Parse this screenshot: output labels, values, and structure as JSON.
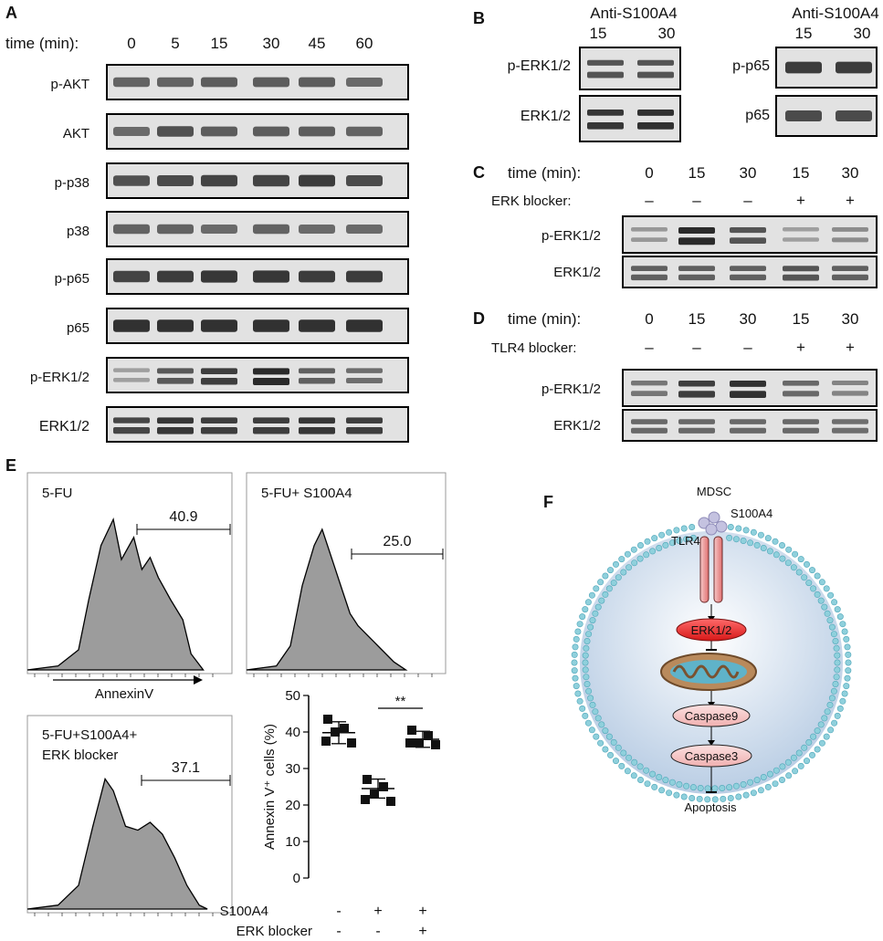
{
  "panels": {
    "A": {
      "letter": "A",
      "time_header": "time (min):",
      "times": [
        "0",
        "5",
        "15",
        "30",
        "45",
        "60"
      ],
      "blots": [
        {
          "label": "p-AKT",
          "intensities": [
            0.55,
            0.55,
            0.6,
            0.6,
            0.6,
            0.5
          ]
        },
        {
          "label": "AKT",
          "intensities": [
            0.5,
            0.7,
            0.6,
            0.6,
            0.6,
            0.55
          ]
        },
        {
          "label": "p-p38",
          "intensities": [
            0.7,
            0.75,
            0.8,
            0.8,
            0.85,
            0.75
          ]
        },
        {
          "label": "p38",
          "intensities": [
            0.55,
            0.55,
            0.5,
            0.55,
            0.5,
            0.5
          ]
        },
        {
          "label": "p-p65",
          "intensities": [
            0.8,
            0.85,
            0.9,
            0.9,
            0.85,
            0.85
          ]
        },
        {
          "label": "p65",
          "intensities": [
            0.95,
            0.95,
            0.95,
            0.95,
            0.95,
            0.95
          ]
        },
        {
          "label": "p-ERK1/2",
          "intensities": [
            0.15,
            0.65,
            0.85,
            1.0,
            0.6,
            0.5
          ]
        },
        {
          "label": "ERK1/2",
          "intensities": [
            0.8,
            0.9,
            0.85,
            0.85,
            0.9,
            0.85
          ]
        }
      ]
    },
    "B": {
      "letter": "B",
      "left": {
        "header": "Anti-S100A4",
        "lanes": [
          "15",
          "30"
        ],
        "blots": [
          {
            "label": "p-ERK1/2",
            "intensities": [
              0.7,
              0.7
            ]
          },
          {
            "label": "ERK1/2",
            "intensities": [
              0.9,
              0.95
            ]
          }
        ]
      },
      "right": {
        "header": "Anti-S100A4",
        "lanes": [
          "15",
          "30"
        ],
        "blots": [
          {
            "label": "p-p65",
            "intensities": [
              0.85,
              0.85
            ]
          },
          {
            "label": "p65",
            "intensities": [
              0.75,
              0.75
            ]
          }
        ]
      }
    },
    "C": {
      "letter": "C",
      "time_header": "time (min):",
      "times": [
        "0",
        "15",
        "30",
        "15",
        "30"
      ],
      "treatment_label": "ERK blocker:",
      "treatment": [
        "–",
        "–",
        "–",
        "+",
        "+"
      ],
      "blots": [
        {
          "label": "p-ERK1/2",
          "intensities": [
            0.2,
            1.0,
            0.7,
            0.15,
            0.3
          ]
        },
        {
          "label": "ERK1/2",
          "intensities": [
            0.6,
            0.6,
            0.6,
            0.7,
            0.6
          ]
        }
      ]
    },
    "D": {
      "letter": "D",
      "time_header": "time (min):",
      "times": [
        "0",
        "15",
        "30",
        "15",
        "30"
      ],
      "treatment_label": "TLR4 blocker:",
      "treatment": [
        "–",
        "–",
        "–",
        "+",
        "+"
      ],
      "blots": [
        {
          "label": "p-ERK1/2",
          "intensities": [
            0.45,
            0.85,
            0.95,
            0.55,
            0.35
          ]
        },
        {
          "label": "ERK1/2",
          "intensities": [
            0.55,
            0.55,
            0.55,
            0.55,
            0.5
          ]
        }
      ]
    },
    "E": {
      "letter": "E",
      "histograms": [
        {
          "title": "5-FU",
          "gate_value": "40.9"
        },
        {
          "title": "5-FU+ S100A4",
          "gate_value": "25.0"
        },
        {
          "title_line1": "5-FU+S100A4+",
          "title_line2": "ERK blocker",
          "gate_value": "37.1"
        }
      ],
      "x_axis_label": "AnnexinV"
    },
    "F": {
      "letter": "F",
      "cell": "MDSC",
      "ligand": "S100A4",
      "receptor": "TLR4",
      "nodes": [
        "ERK1/2",
        "Caspase9",
        "Caspase3"
      ],
      "outcome": "Apoptosis"
    }
  },
  "chart_data": {
    "type": "scatter",
    "title": "",
    "ylabel": "Annexin V⁺ cells (%)",
    "ylim": [
      0,
      50
    ],
    "yticks": [
      "0",
      "10",
      "20",
      "30",
      "40",
      "50"
    ],
    "groups": [
      {
        "values": [
          43.5,
          41,
          40,
          37,
          37.5
        ],
        "mean": 39.8,
        "sd": 3.0
      },
      {
        "values": [
          27,
          25,
          23,
          21,
          21.5
        ],
        "mean": 24.5,
        "sd": 2.6
      },
      {
        "values": [
          40.5,
          39,
          37,
          36.5,
          37
        ],
        "mean": 38.0,
        "sd": 2.2
      }
    ],
    "significance": {
      "label": "**",
      "between": [
        1,
        2
      ]
    },
    "conditions": [
      {
        "label": "S100A4",
        "values": [
          "-",
          "+",
          "+"
        ]
      },
      {
        "label": "ERK blocker",
        "values": [
          "-",
          "-",
          "+"
        ]
      }
    ]
  }
}
